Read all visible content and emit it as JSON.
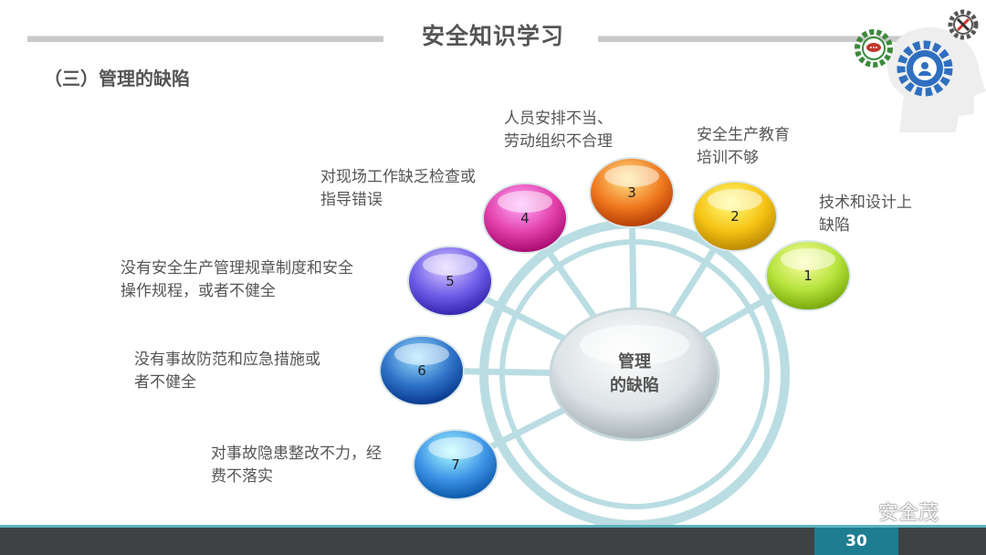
{
  "page_title": "安全知识学习",
  "section_title": "（三）管理的缺陷",
  "center_label": [
    "管理",
    "的缺陷"
  ],
  "items": [
    {
      "num": "1",
      "lines": [
        "技术和设计上",
        "缺陷"
      ]
    },
    {
      "num": "2",
      "lines": [
        "安全生产教育",
        "培训不够"
      ]
    },
    {
      "num": "3",
      "lines": [
        "人员安排不当、",
        "劳动组织不合理"
      ]
    },
    {
      "num": "4",
      "lines": [
        "对现场工作缺乏检查或",
        "指导错误"
      ]
    },
    {
      "num": "5",
      "lines": [
        "没有安全生产管理规章制度和安全",
        "操作规程，或者不健全"
      ]
    },
    {
      "num": "6",
      "lines": [
        "没有事故防范和应急措施或",
        "者不健全"
      ]
    },
    {
      "num": "7",
      "lines": [
        "对事故隐患整改不力，经",
        "费不落实"
      ]
    }
  ],
  "colors": {
    "1": "#b4e23a",
    "2": "#f5c313",
    "3": "#f0791f",
    "4": "#e23fa9",
    "5": "#6f5ee8",
    "6": "#2f73c8",
    "7": "#3e93e6",
    "ring": "#b9dde2"
  },
  "icons": [
    "tools-gear-icon",
    "chat-gear-icon",
    "person-gear-icon",
    "head-silhouette-icon"
  ],
  "watermark": "安全茂",
  "page_number": "30"
}
